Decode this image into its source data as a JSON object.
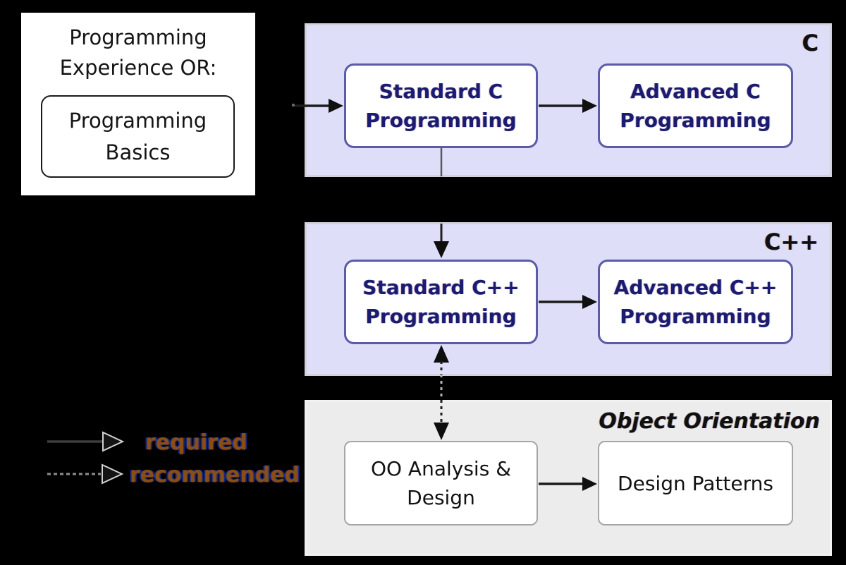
{
  "diagram": {
    "prerequisite": {
      "title": "Programming Experience OR:",
      "course": "Programming Basics"
    },
    "sections": [
      {
        "label": "C",
        "courses": [
          {
            "title": "Standard C Programming"
          },
          {
            "title": "Advanced C Programming"
          }
        ]
      },
      {
        "label": "C++",
        "courses": [
          {
            "title": "Standard C++ Programming"
          },
          {
            "title": "Advanced C++ Programming"
          }
        ]
      },
      {
        "label": "Object Orientation",
        "courses": [
          {
            "title": "OO Analysis & Design"
          },
          {
            "title": "Design Patterns"
          }
        ]
      }
    ],
    "legend": [
      {
        "style": "solid",
        "label": "required"
      },
      {
        "style": "dashed",
        "label": "recommended"
      }
    ],
    "colors": {
      "background": "#000000",
      "section_c_bg": "#dedef8",
      "section_cpp_bg": "#dedef8",
      "section_oo_bg": "#ececec",
      "course_border": "#5b5baa",
      "course_text": "#1b1b70",
      "oo_course_border": "#a6a6a6",
      "legend_text": "#8a4d15"
    }
  }
}
